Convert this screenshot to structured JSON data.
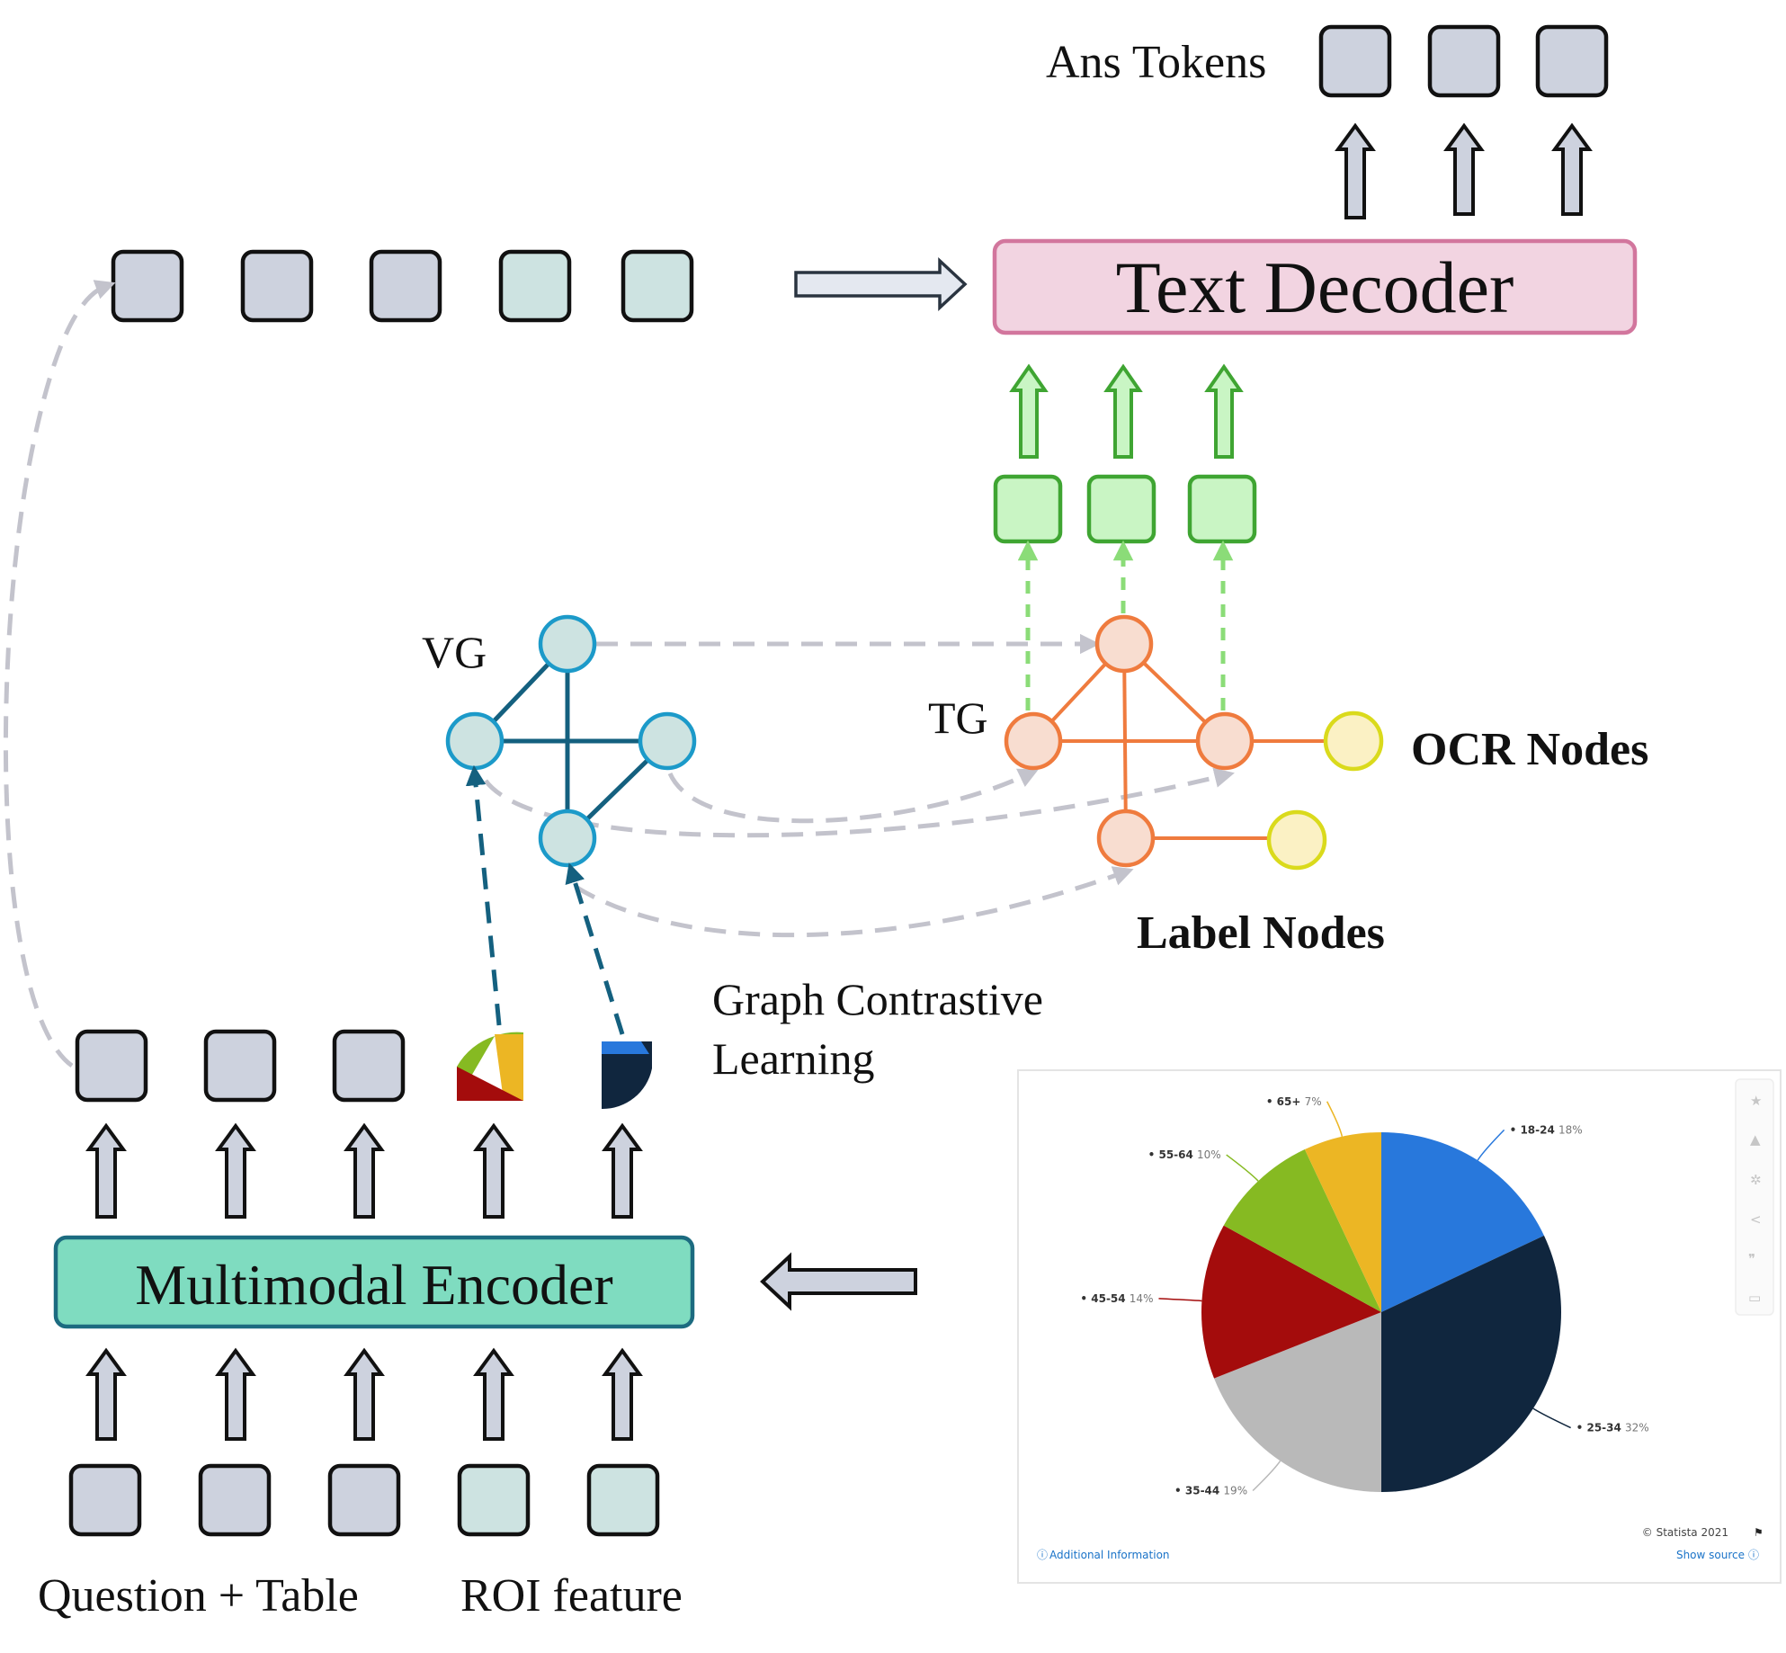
{
  "labels": {
    "ans_tokens": "Ans Tokens",
    "text_decoder": "Text Decoder",
    "vg": "VG",
    "tg": "TG",
    "ocr_nodes": "OCR Nodes",
    "label_nodes": "Label Nodes",
    "gcl_line1": "Graph Contrastive",
    "gcl_line2": "Learning",
    "multimodal_encoder": "Multimodal Encoder",
    "question_table": "Question + Table",
    "roi_feature": "ROI feature"
  },
  "colors": {
    "token_gray": "#cdd2de",
    "token_teal": "#cde3e1",
    "token_green": "#c9f5c4",
    "decoder_fill": "#f2d4e1",
    "decoder_border": "#d2769d",
    "encoder_fill": "#7fdcc0",
    "encoder_border": "#1c6b80",
    "vg_node": "#cde3e1",
    "tg_node": "#f8ddd0",
    "ocr_node": "#fbf1c4"
  },
  "inset_chart": {
    "chart_data": {
      "type": "pie",
      "categories": [
        "18-24",
        "25-34",
        "35-44",
        "45-54",
        "55-64",
        "65+"
      ],
      "values": [
        18,
        32,
        19,
        14,
        10,
        7
      ],
      "value_labels": [
        "18%",
        "32%",
        "19%",
        "14%",
        "10%",
        "7%"
      ],
      "colors": [
        "#2878dc",
        "#10263e",
        "#b9b9b9",
        "#a40c0c",
        "#86ba22",
        "#ecb624"
      ]
    },
    "credit": "© Statista 2021",
    "additional_info": "Additional Information",
    "show_source": "Show source",
    "side_icons": [
      "star-icon",
      "bell-icon",
      "gear-icon",
      "share-icon",
      "quote-icon",
      "print-icon"
    ]
  }
}
